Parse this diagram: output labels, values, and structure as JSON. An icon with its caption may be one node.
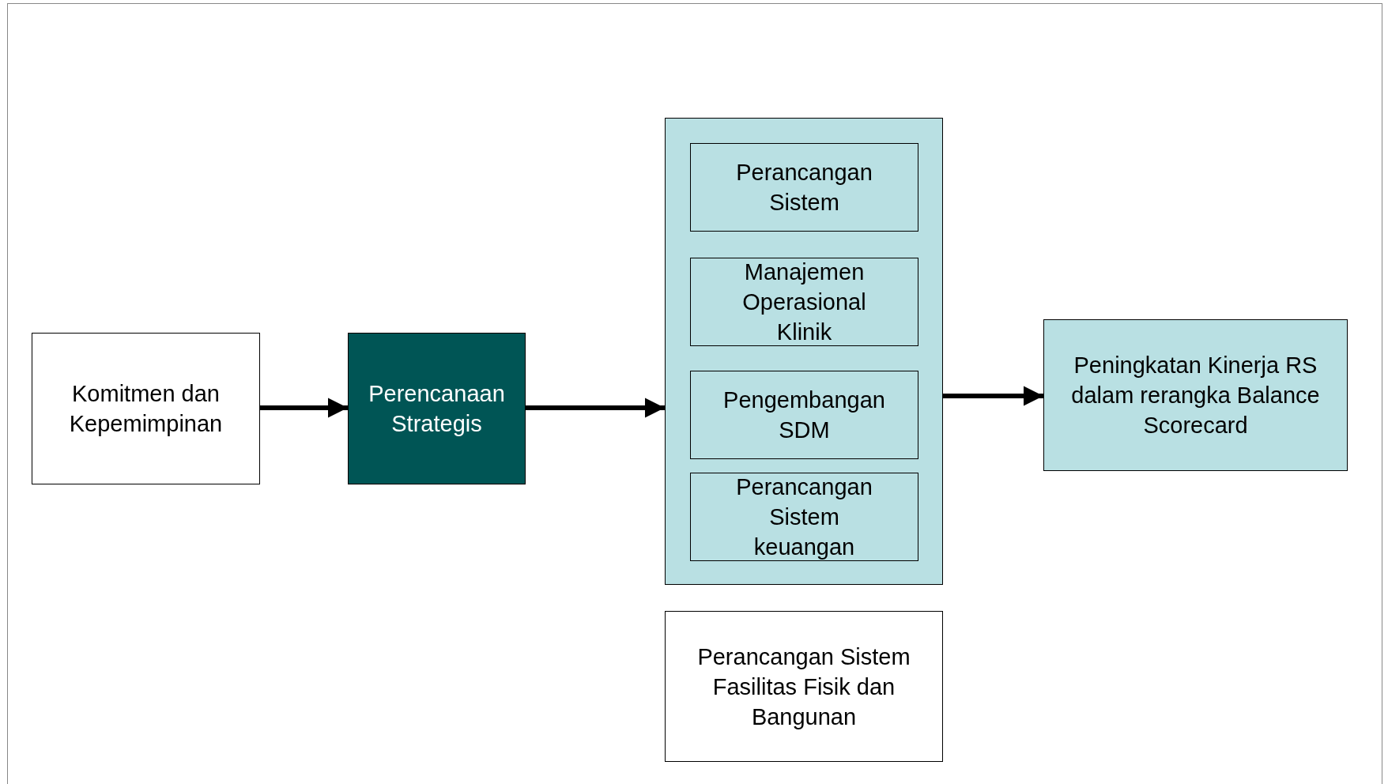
{
  "diagram": {
    "nodes": [
      {
        "text": [
          "Komitmen dan Kepemimpinan"
        ]
      },
      {
        "text": [
          "Perencanaan Strategis"
        ]
      },
      {
        "text": [],
        "shape": "box"
      },
      {
        "text": [
          "Perancangan Sistem"
        ],
        "in": 2
      },
      {
        "text": [
          "Manajemen Operasional Klinik"
        ],
        "in": 2
      },
      {
        "text": [
          "Pengembangan SDM"
        ],
        "in": 2
      },
      {
        "text": [
          "Perancangan Sistem keuangan"
        ],
        "in": 2
      },
      {
        "text": [
          "Perancangan Sistem Fasilitas Fisik dan Bangunan"
        ]
      },
      {
        "text": [
          "Peningkatan Kinerja RS dalam rerangka Balance Scorecard"
        ]
      }
    ],
    "edges": [
      {
        "from": 0,
        "to": 1,
        "arrow": "to"
      },
      {
        "from": 1,
        "to": 2,
        "arrow": "to"
      },
      {
        "from": 2,
        "to": 8,
        "arrow": "to"
      }
    ]
  }
}
